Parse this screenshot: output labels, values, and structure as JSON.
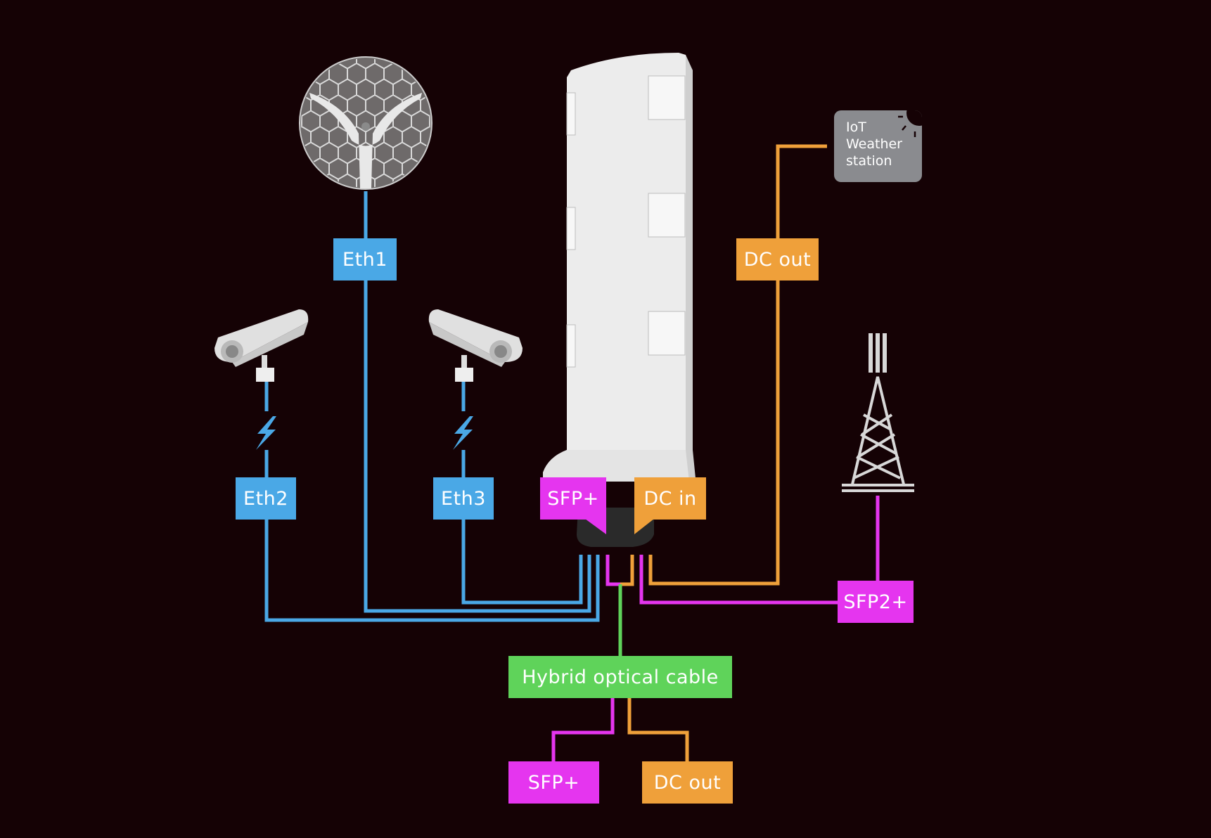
{
  "colors": {
    "background": "#150205",
    "ethernet": "#4aa8e6",
    "sfp": "#e535ef",
    "dc": "#efa03a",
    "hybrid": "#5fd35a",
    "iot_box": "#8a8b8f"
  },
  "devices": {
    "main_unit": "outdoor-enclosure-router",
    "dish": "wireless-dish-antenna",
    "camera_left": "security-camera",
    "camera_right": "security-camera",
    "tower": "cell-tower",
    "iot": {
      "line1": "IoT",
      "line2": "Weather",
      "line3": "station"
    }
  },
  "labels": {
    "eth1": "Eth1",
    "eth2": "Eth2",
    "eth3": "Eth3",
    "sfp_port": "SFP+",
    "dc_in": "DC in",
    "dc_out_top": "DC out",
    "sfp2": "SFP2+",
    "hybrid": "Hybrid optical cable",
    "sfp_bottom": "SFP+",
    "dc_out_bottom": "DC out"
  },
  "icons": {
    "poe_left": "lightning-bolt",
    "poe_right": "lightning-bolt"
  }
}
